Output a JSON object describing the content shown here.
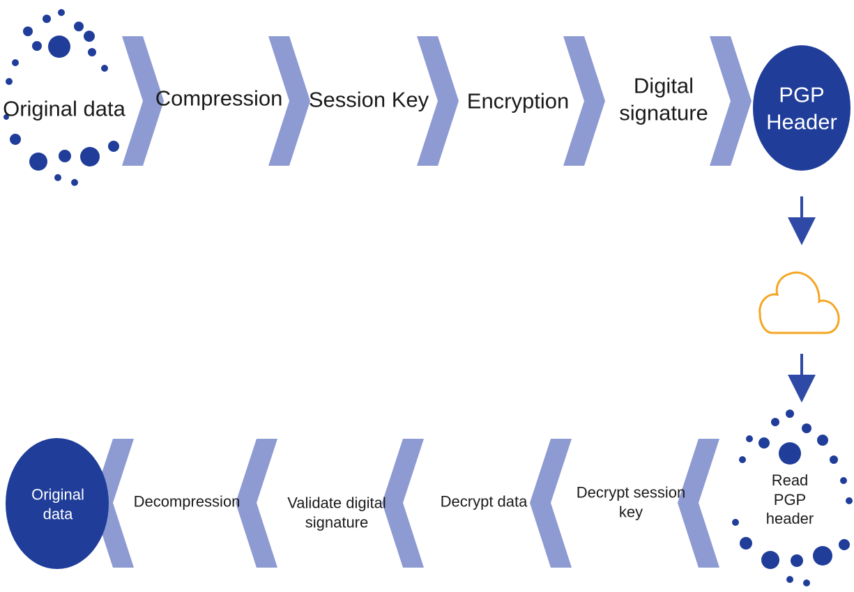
{
  "colors": {
    "navy": "#1f3d99",
    "chevron": "#8e9ad2",
    "cloud": "#f5a623",
    "arrow": "#2f4aa6",
    "text": "#1a1a1a",
    "circle_text": "#ffffff"
  },
  "icons": [
    "chevron-right-icon",
    "chevron-left-icon",
    "cloud-icon",
    "down-arrow-icon",
    "dot-ring-icon"
  ],
  "encrypt_flow": {
    "start": "Original data",
    "steps": [
      "Compression",
      "Session Key",
      "Encryption",
      "Digital\nsignature"
    ],
    "end": "PGP\nHeader"
  },
  "decrypt_flow": {
    "start": "Read PGP header",
    "steps": [
      "Decrypt session\nkey",
      "Decrypt data",
      "Validate digital\nsignature",
      "Decompression"
    ],
    "end": "Original\ndata"
  }
}
